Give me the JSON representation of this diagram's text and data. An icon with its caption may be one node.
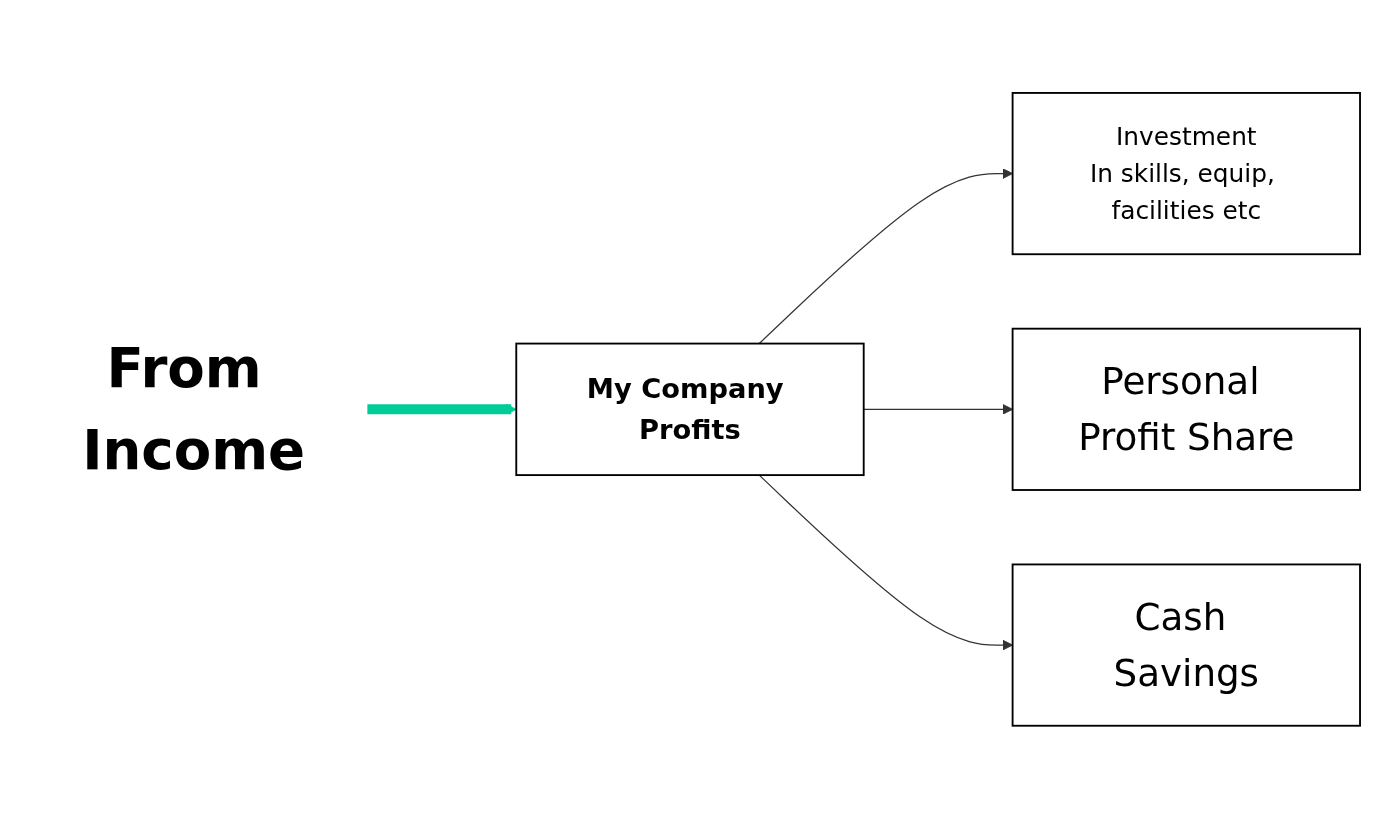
{
  "diagram": {
    "nodes": [
      {
        "text": [
          "From Income"
        ]
      },
      {
        "text": [
          "My Company Profits"
        ]
      },
      {
        "text": [
          "Investment",
          "In skills, equip, facilities etc"
        ]
      },
      {
        "text": [
          "Personal Profit Share"
        ]
      },
      {
        "text": [
          "Cash Savings"
        ]
      }
    ],
    "edges": [
      {
        "from": 0,
        "to": 1,
        "arrow": "to",
        "style": "thick",
        "color": "#00cc99"
      },
      {
        "from": 1,
        "to": 2,
        "arrow": "to"
      },
      {
        "from": 1,
        "to": 3,
        "arrow": "to"
      },
      {
        "from": 1,
        "to": 4,
        "arrow": "to"
      }
    ]
  }
}
